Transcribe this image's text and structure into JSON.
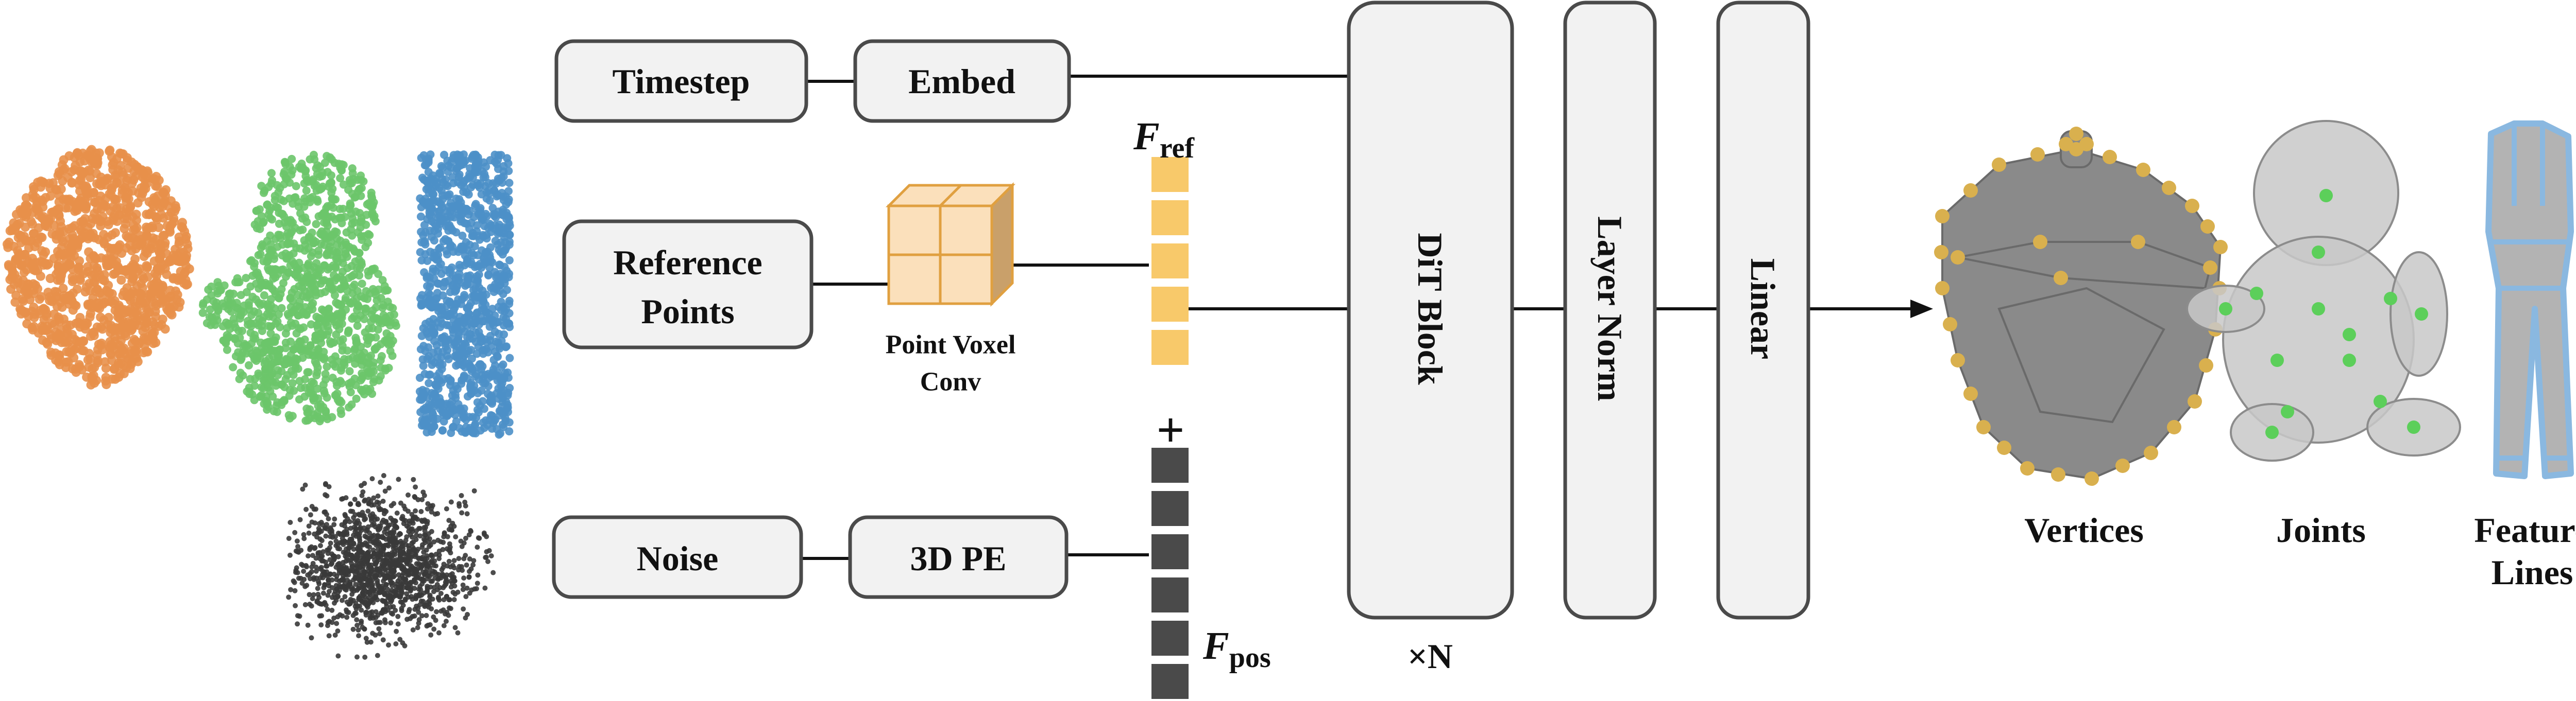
{
  "inputs": {
    "timestep": "Timestep",
    "embed": "Embed",
    "reference_line1": "Reference",
    "reference_line2": "Points",
    "noise": "Noise",
    "pe": "3D PE",
    "voxel_line1": "Point Voxel",
    "voxel_line2": "Conv"
  },
  "tokens": {
    "f_symbol": "F",
    "ref_sub": "ref",
    "pos_sub": "pos",
    "plus": "+",
    "ref_count": 5,
    "pos_count": 6,
    "ref_color": "#f8c96a",
    "pos_color": "#4a4a4a"
  },
  "transformer": {
    "dit_block": "DiT Block",
    "repeat": "×N",
    "layer_norm": "Layer Norm",
    "linear": "Linear"
  },
  "outputs": {
    "vertices": "Vertices",
    "joints": "Joints",
    "feature_line1": "Feature",
    "feature_line2": "Lines"
  },
  "colors": {
    "orange_cloud": "#e8904a",
    "green_cloud": "#6cc56a",
    "blue_cloud": "#4d90c8",
    "noise_cloud": "#3a3a3a",
    "mesh_gray": "#8a8a8a",
    "vertex_dot": "#d9b04e",
    "joint_dot": "#5ccf5a",
    "feature_line": "#8ab8e0",
    "voxel_fill": "#fbe0bb",
    "voxel_edge": "#e0a040"
  }
}
